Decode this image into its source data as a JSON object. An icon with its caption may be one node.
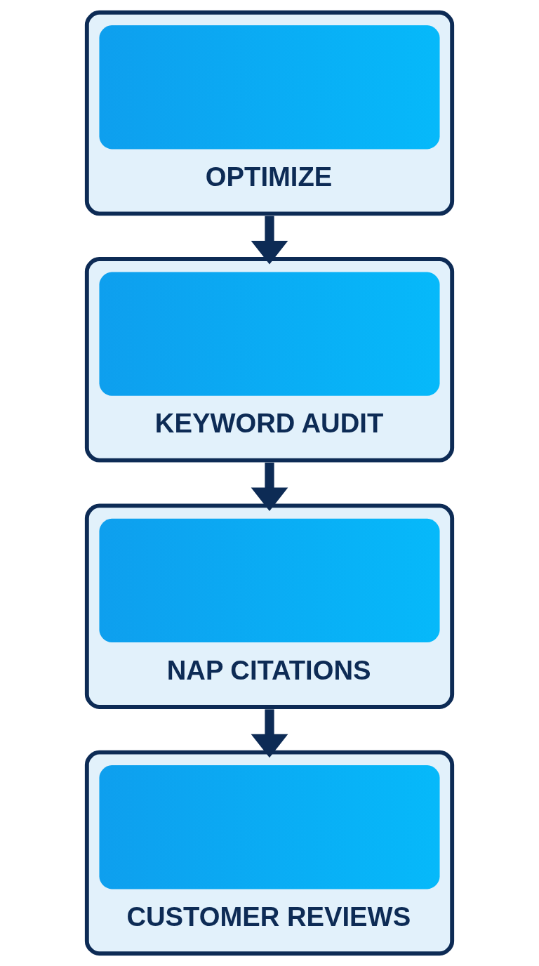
{
  "diagram": {
    "nodes": [
      {
        "text": [
          "OPTIMIZE"
        ]
      },
      {
        "text": [
          "KEYWORD AUDIT"
        ]
      },
      {
        "text": [
          "NAP CITATIONS"
        ]
      },
      {
        "text": [
          "CUSTOMER REVIEWS"
        ]
      }
    ],
    "edges": [
      {
        "from": 0,
        "to": 1,
        "arrow": "to"
      },
      {
        "from": 1,
        "to": 2,
        "arrow": "to"
      },
      {
        "from": 2,
        "to": 3,
        "arrow": "to"
      }
    ]
  }
}
